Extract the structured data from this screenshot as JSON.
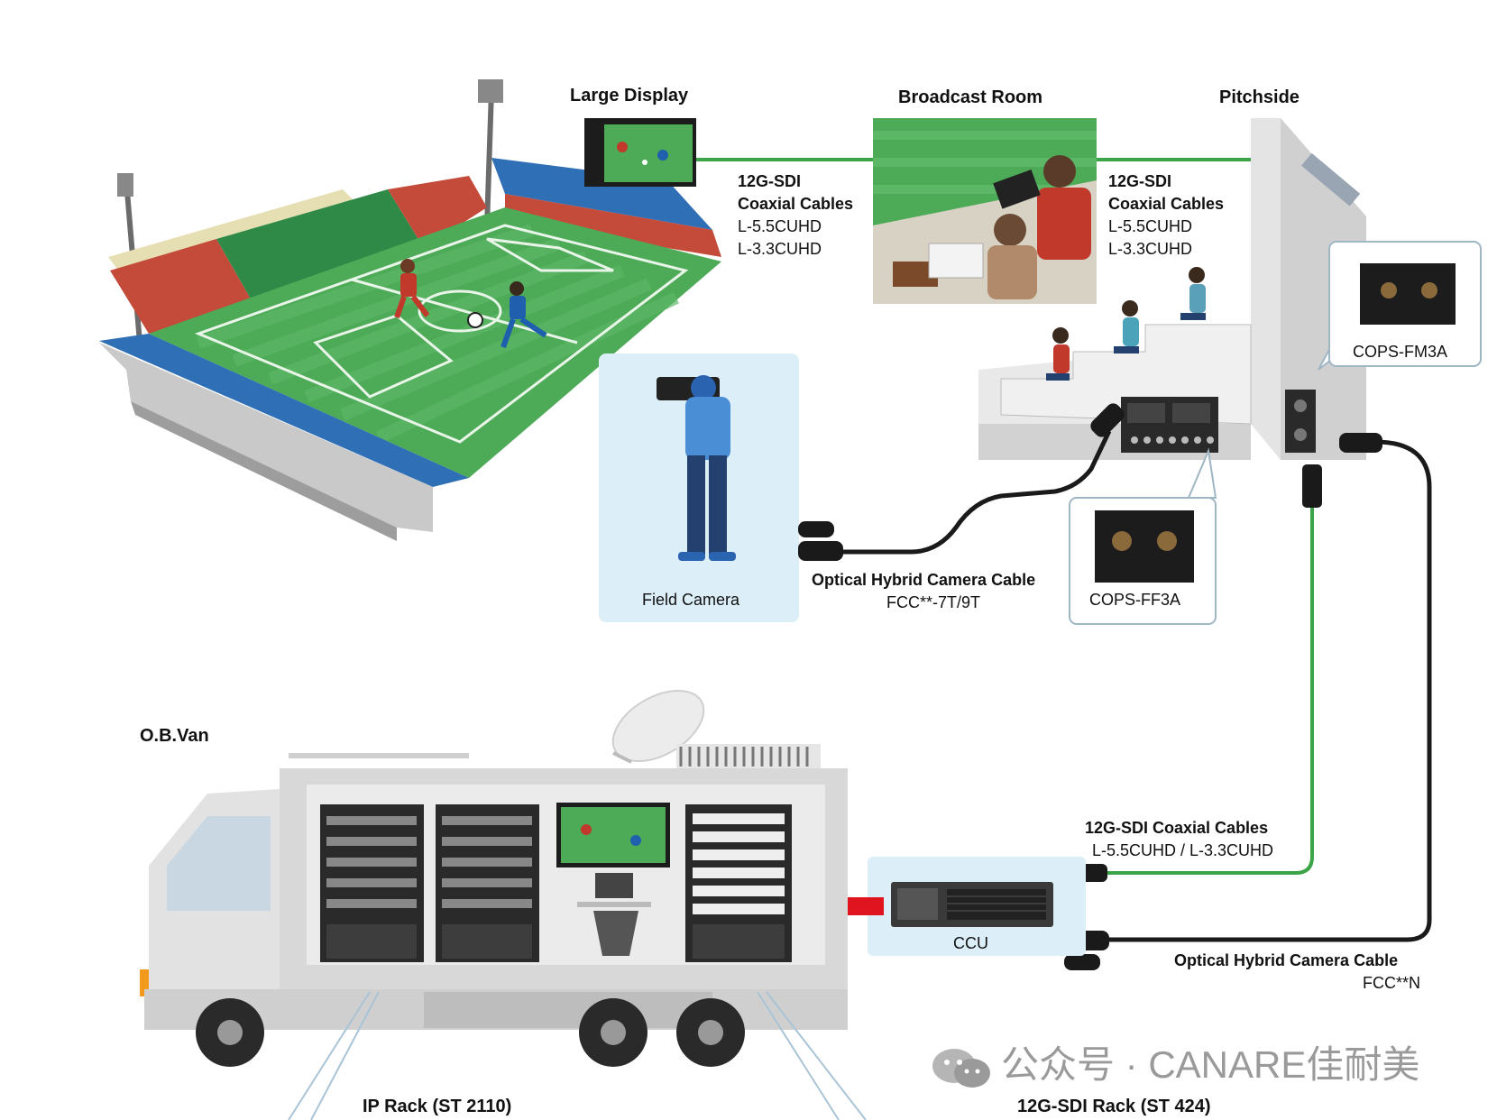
{
  "labels": {
    "large_display": "Large Display",
    "broadcast_room": "Broadcast Room",
    "pitchside": "Pitchside",
    "field_camera": "Field Camera",
    "ob_van": "O.B.Van",
    "ccu": "CCU",
    "ip_rack": "IP Rack (ST 2110)",
    "sdi_rack": "12G-SDI Rack (ST 424)",
    "cops_fm3a": "COPS-FM3A",
    "cops_ff3a": "COPS-FF3A"
  },
  "cable_left": {
    "title1": "12G-SDI",
    "title2": "Coaxial Cables",
    "model1": "L-5.5CUHD",
    "model2": "L-3.3CUHD"
  },
  "cable_right": {
    "title1": "12G-SDI",
    "title2": "Coaxial Cables",
    "model1": "L-5.5CUHD",
    "model2": "L-3.3CUHD"
  },
  "optical_field": {
    "title": "Optical Hybrid Camera Cable",
    "model": "FCC**-7T/9T"
  },
  "coax_van": {
    "title": "12G-SDI Coaxial Cables",
    "model": "L-5.5CUHD / L-3.3CUHD"
  },
  "optical_van": {
    "title": "Optical Hybrid Camera Cable",
    "model": "FCC**N"
  },
  "watermark": "公众号 · CANARE佳耐美",
  "colors": {
    "green_cable": "#3aa447",
    "black_cable": "#1a1a1a",
    "pitch": "#4daa57",
    "seat_blue": "#2f6fb5",
    "seat_red": "#c44a3a",
    "seat_green": "#2f8a48",
    "panel_bg": "#dceef8",
    "arrow_red": "#e0141e",
    "van_grey": "#d8d8d8"
  }
}
